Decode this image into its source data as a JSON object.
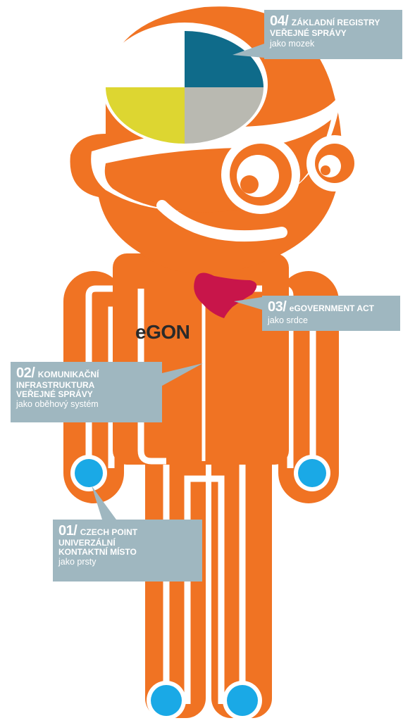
{
  "figure": {
    "name": "eGON",
    "colors": {
      "body": "#f07323",
      "outline": "#ffffff",
      "finger": "#1aa9e6",
      "heart": "#c8154a",
      "callout": "#9fb7c0",
      "brain_teal": "#0f6b8a",
      "brain_yellow": "#ddd631",
      "brain_gray": "#b9b9b1",
      "brain_white": "#ffffff"
    }
  },
  "callouts": {
    "c04": {
      "num": "04/",
      "title_1": "ZÁKLADNÍ REGISTRY",
      "title_2": "VEŘEJNÉ SPRÁVY",
      "sub": "jako mozek"
    },
    "c03": {
      "num": "03/",
      "title_1": "eGOVERNMENT ACT",
      "sub": "jako srdce"
    },
    "c02": {
      "num": "02/",
      "title_1": "KOMUNIKAČNÍ",
      "title_2": "INFRASTRUKTURA",
      "title_3": "VEŘEJNÉ SPRÁVY",
      "sub": "jako oběhový systém"
    },
    "c01": {
      "num": "01/",
      "title_1": "CZECH POINT",
      "title_2": "UNIVERZÁLNÍ",
      "title_3": "KONTAKTNÍ MÍSTO",
      "sub": "jako prsty"
    }
  }
}
